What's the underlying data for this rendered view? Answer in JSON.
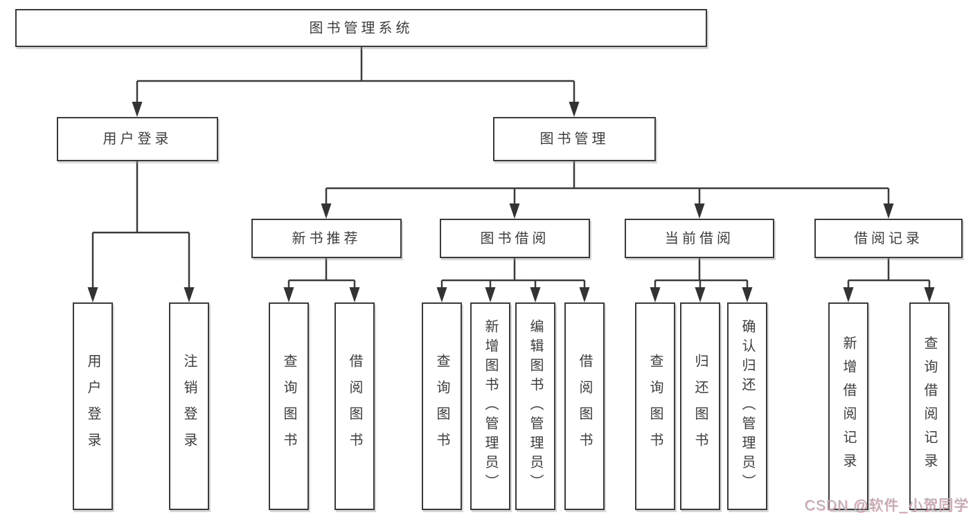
{
  "tree": {
    "root": {
      "label": "图书管理系统"
    },
    "user": {
      "label": "用户登录",
      "children": [
        "用户登录",
        "注销登录"
      ]
    },
    "management": {
      "label": "图书管理"
    },
    "sections": {
      "recommend": {
        "label": "新书推荐",
        "children": [
          "查询图书",
          "借阅图书"
        ]
      },
      "borrow": {
        "label": "图书借阅",
        "children": [
          "查询图书",
          "新增图书（管理员）",
          "编辑图书（管理员）",
          "借阅图书"
        ]
      },
      "current": {
        "label": "当前借阅",
        "children": [
          "查询图书",
          "归还图书",
          "确认归还（管理员）"
        ]
      },
      "records": {
        "label": "借阅记录",
        "children": [
          "新增借阅记录",
          "查询借阅记录"
        ]
      }
    }
  },
  "watermark": "CSDN @软件_小贺同学",
  "colors": {
    "line": "#3a3a3a",
    "box_border": "#3a3a3a",
    "box_background": "#ffffff",
    "text": "#3d3d3d",
    "background": "#ffffff",
    "watermark": "#b2b2b8",
    "watermark_accent": "#f06a7e"
  }
}
